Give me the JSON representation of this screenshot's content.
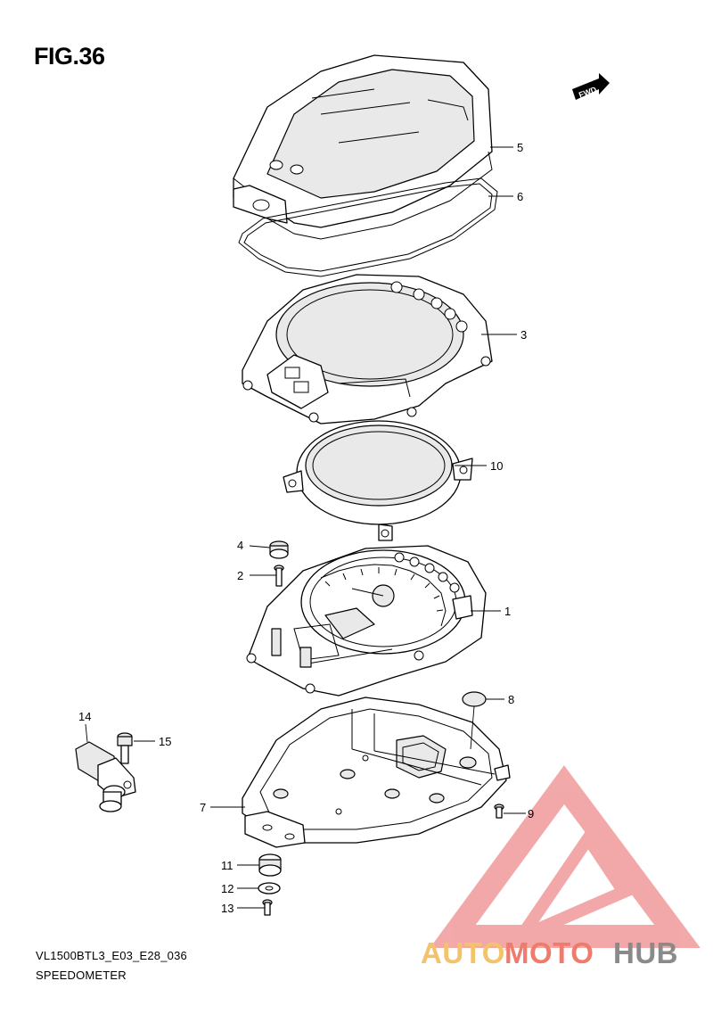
{
  "figure": {
    "title": "FIG.36",
    "code": "VL1500BTL3_E03_E28_036",
    "name": "SPEEDOMETER"
  },
  "direction_badge": "FWD",
  "callouts": [
    "1",
    "2",
    "3",
    "4",
    "5",
    "6",
    "7",
    "8",
    "9",
    "10",
    "11",
    "12",
    "13",
    "14",
    "15"
  ],
  "watermark": {
    "brand_part1": "AUTO",
    "brand_part2": "MOTO",
    "brand_part3": "HUB",
    "colors": {
      "part1": "#f3c36b",
      "part2": "#ef7b6d",
      "part3": "#8a8a8a",
      "triangle": "#ee8c8c"
    }
  }
}
